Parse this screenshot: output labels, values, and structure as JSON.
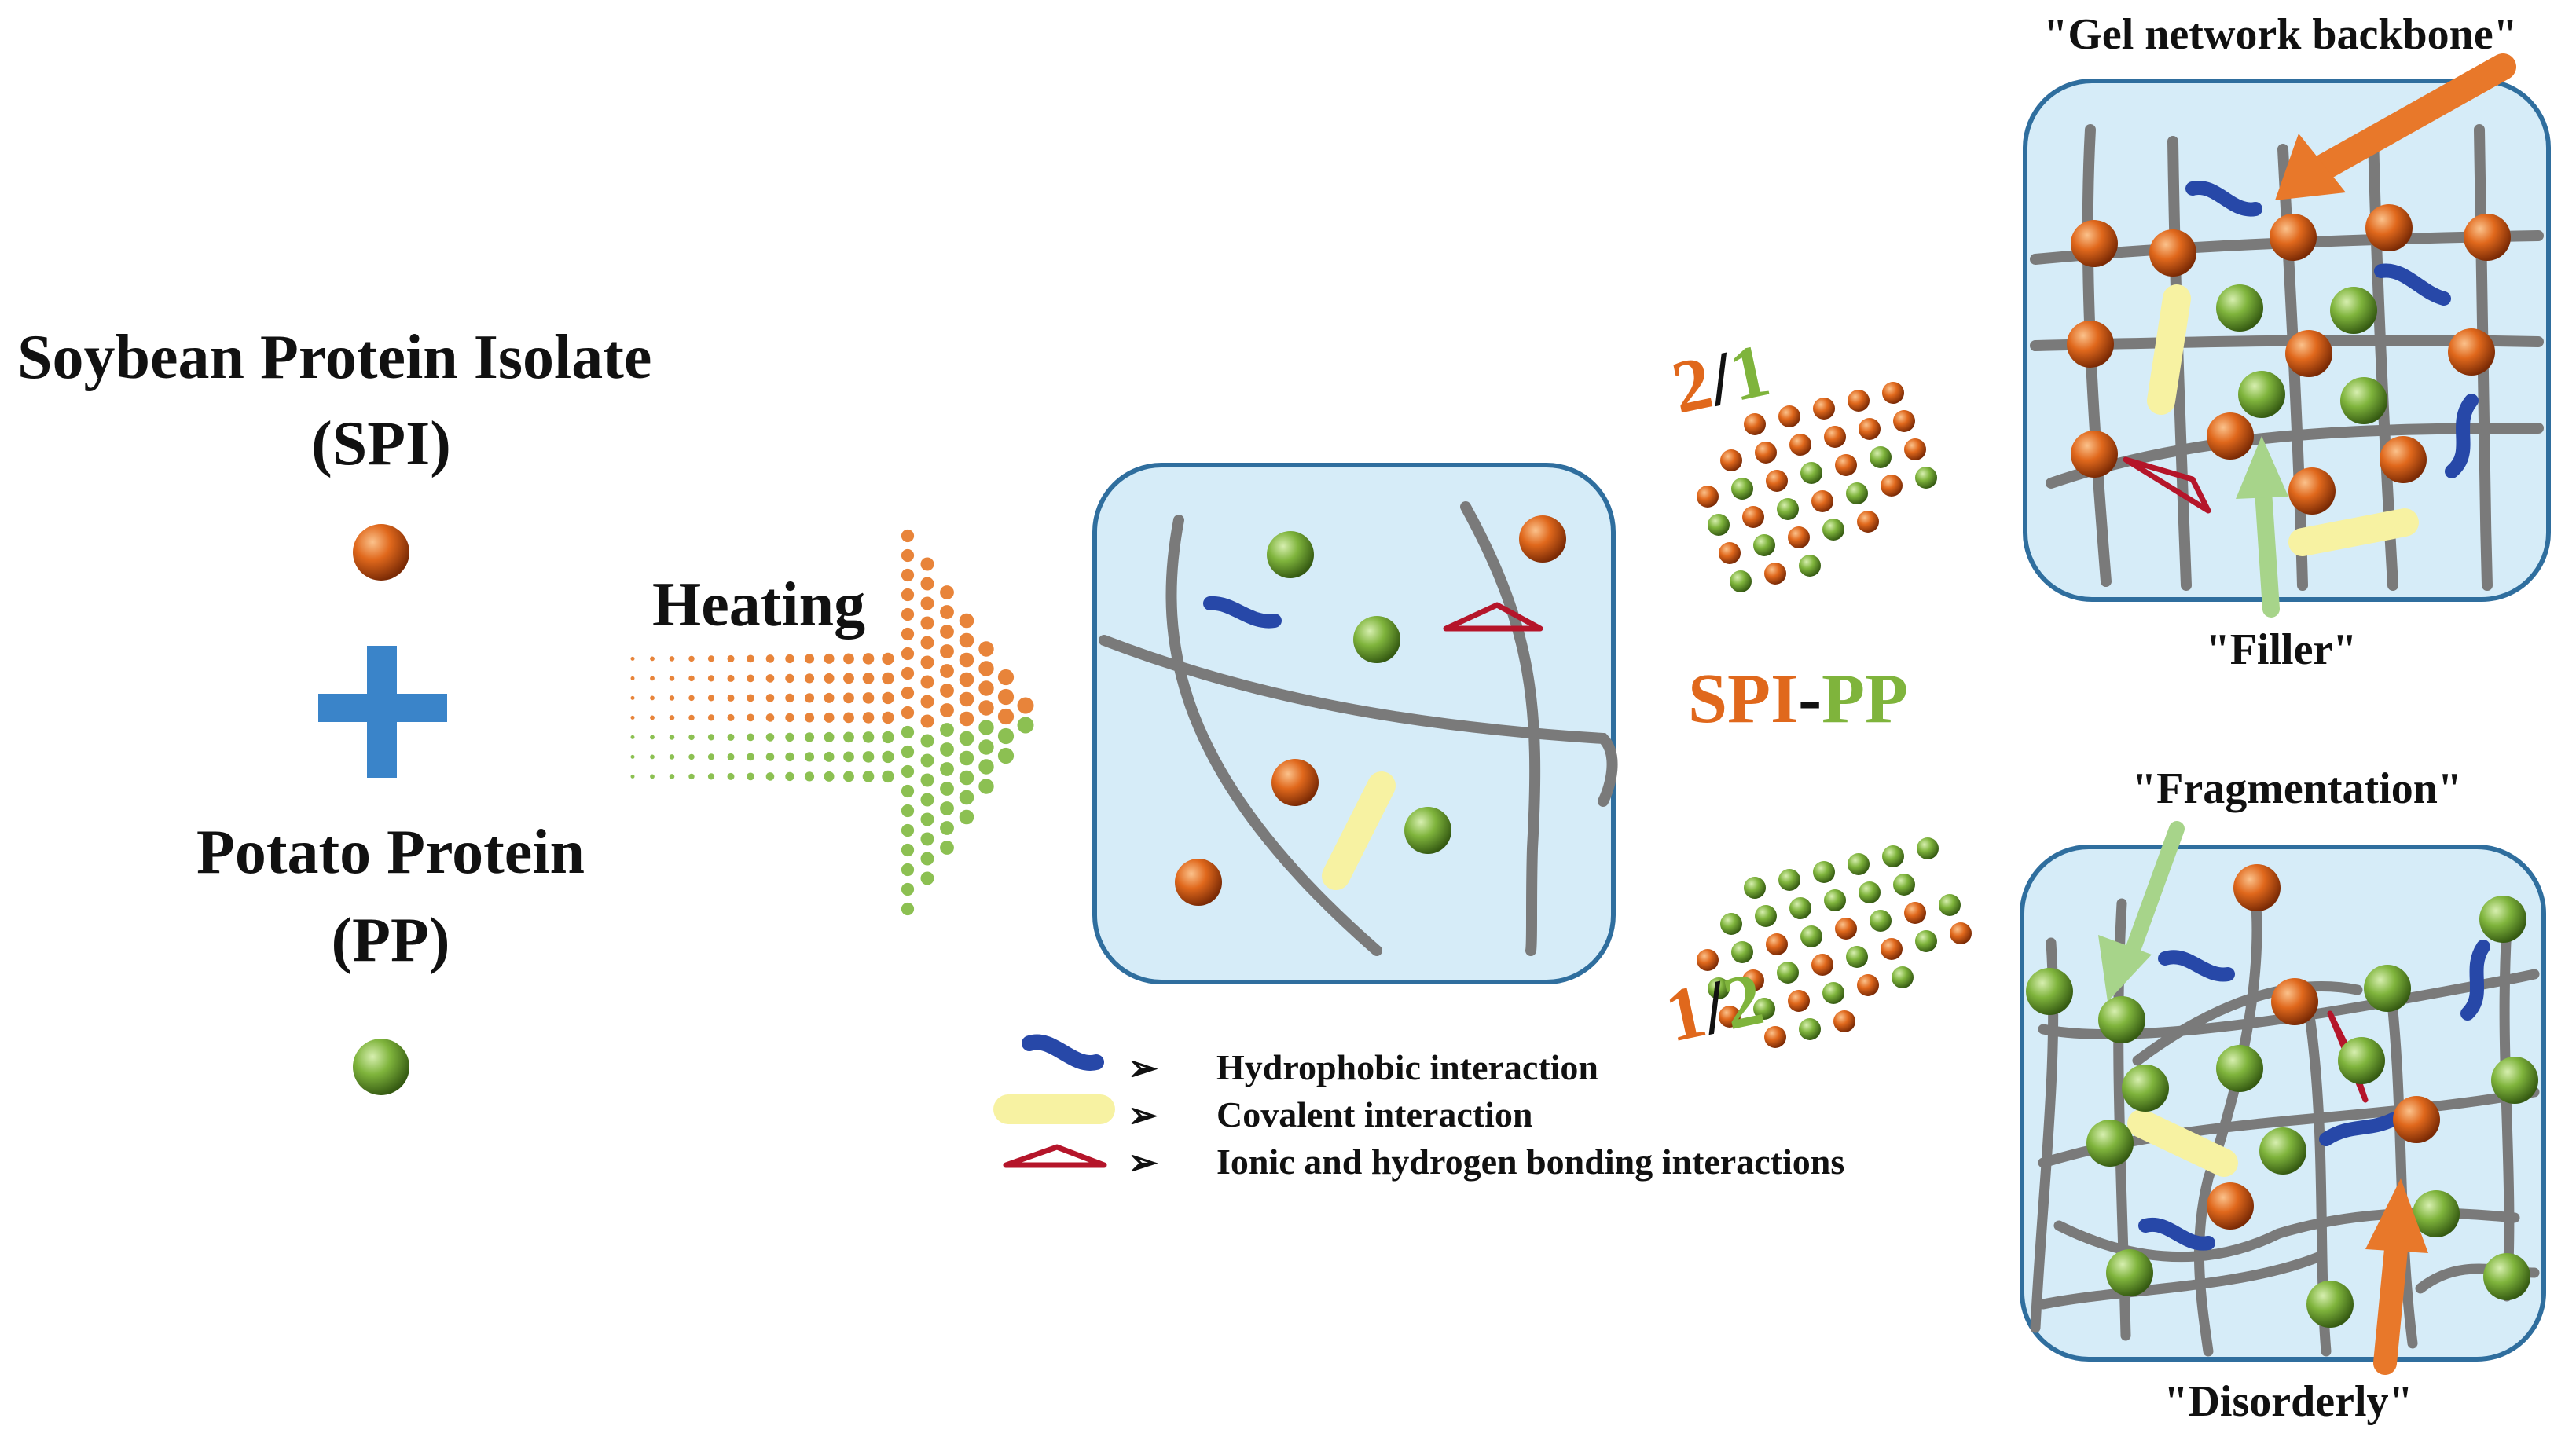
{
  "left": {
    "spi_line1": "Soybean Protein Isolate",
    "spi_line2": "(SPI)",
    "pp_line1": "Potato Protein",
    "pp_line2": "(PP)"
  },
  "heating_label": "Heating",
  "ratios": {
    "top": {
      "a": "2",
      "sep": "/",
      "b": "1"
    },
    "bottom": {
      "a": "1",
      "sep": "/",
      "b": "2"
    }
  },
  "blend": {
    "a": "SPI",
    "sep": "-",
    "b": "PP"
  },
  "right": {
    "top_caption": "\"Gel network backbone\"",
    "top_bottom_caption": "\"Filler\"",
    "bottom_caption": "\"Fragmentation\"",
    "bottom_bottom_caption": "\"Disorderly\""
  },
  "legend": [
    {
      "symbol": "blue-curl",
      "bullet": "➢",
      "text": "Hydrophobic interaction"
    },
    {
      "symbol": "yellow-bar",
      "bullet": "➢",
      "text": "Covalent interaction"
    },
    {
      "symbol": "red-triangle",
      "bullet": "➢",
      "text": "Ionic and hydrogen bonding interactions"
    }
  ],
  "colors": {
    "spi_orange": "#e0681c",
    "pp_green": "#7fb43c",
    "hydrophobic_blue": "#2748a8",
    "covalent_yellow": "#f7f2a2",
    "ionic_red": "#b5152a",
    "plus_blue": "#3a84c9",
    "box_fill": "#d6ecf8",
    "box_border": "#2f6e9e",
    "network_gray": "#7a7a7a"
  }
}
